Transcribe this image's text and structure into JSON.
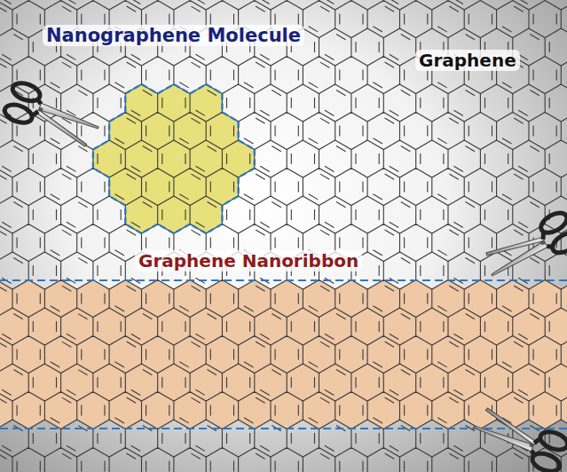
{
  "diagram": {
    "labels": [
      "Nanographene Molecule",
      "Graphene",
      "Graphene Nanoribbon"
    ]
  }
}
